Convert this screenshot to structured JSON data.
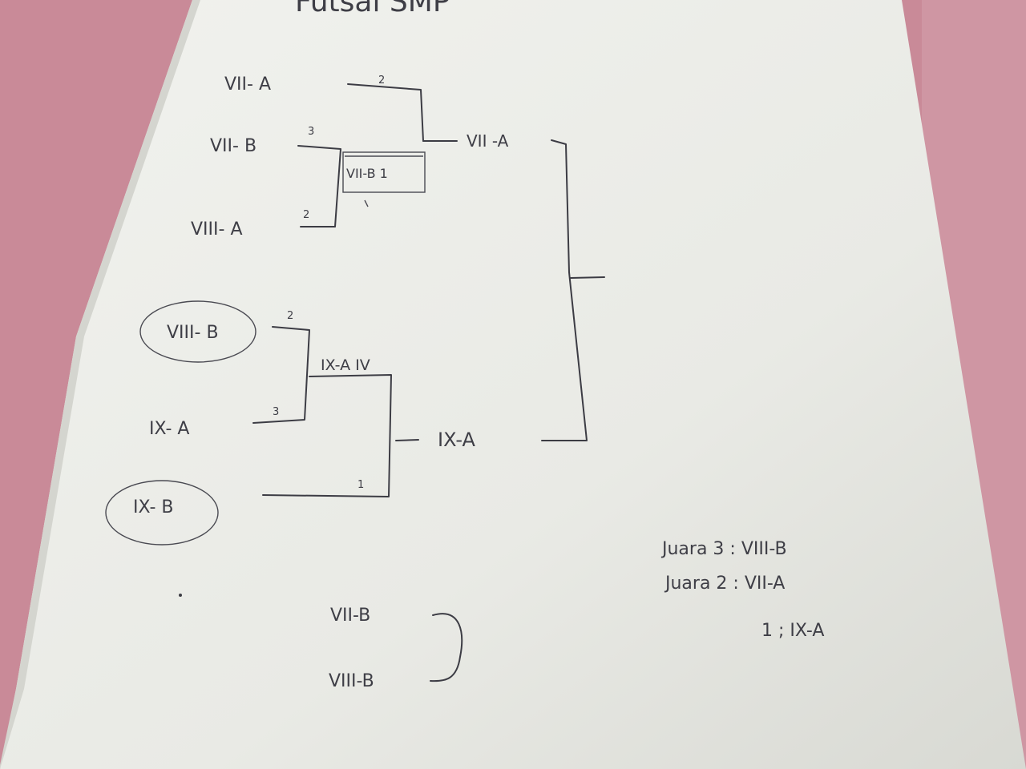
{
  "title": "Futsal SMP",
  "round1": {
    "team1": "VII- A",
    "team2": "VII- B",
    "team3": "VIII- A",
    "team4": "VIII- B",
    "team5": "IX- A",
    "team6": "IX- B"
  },
  "scores": {
    "s_7a": "2",
    "s_7b": "3",
    "s_8a": "2",
    "s_8b": "2",
    "s_9a": "3",
    "s_9b": "1"
  },
  "round2": {
    "box_top": "VII-B 1",
    "box_bottom": "IX-A IV"
  },
  "semis": {
    "top_winner": "VII -A",
    "bottom_winner": "IX-A"
  },
  "third_place": {
    "team1": "VII-B",
    "team2": "VIII-B"
  },
  "results": {
    "third": "Juara 3 :  VIII-B",
    "second": "Juara 2 :  VII-A",
    "first": "1 ;  IX-A"
  },
  "colors": {
    "background": "#c98a98",
    "paper": "#eeefea",
    "ink": "#3c3c44"
  }
}
